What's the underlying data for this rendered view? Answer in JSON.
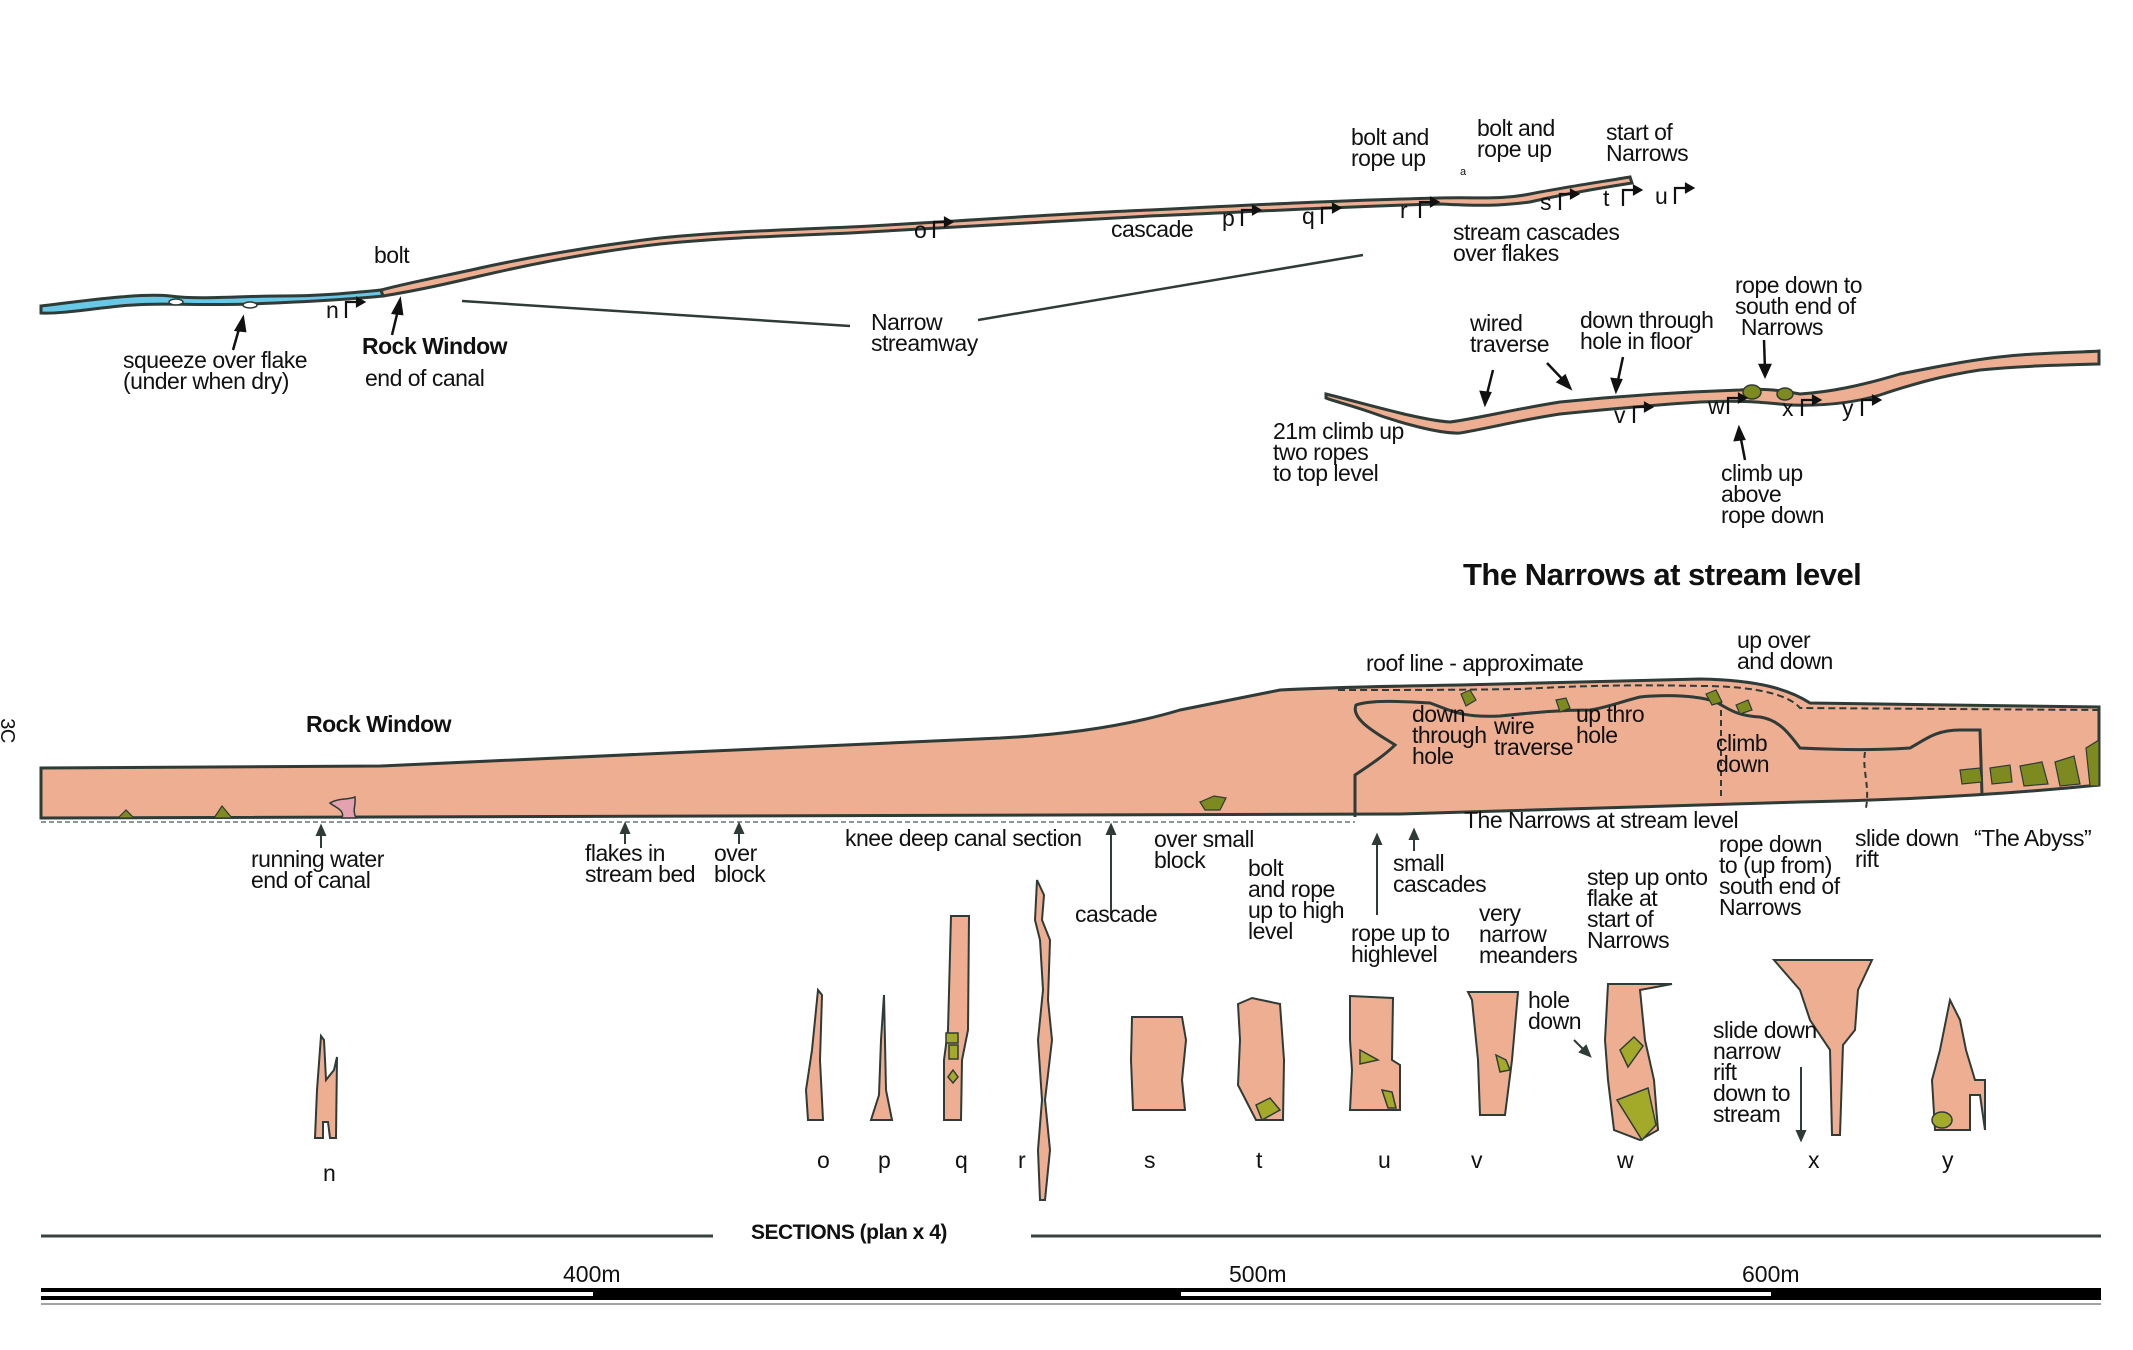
{
  "colors": {
    "passage_fill": "#eeae92",
    "water_fill": "#69c8e6",
    "boulder_fill": "#7c8a1f",
    "outline": "#2e3b36"
  },
  "plan_labels": {
    "bolt": "bolt",
    "squeeze": "squeeze over flake\n(under when dry)",
    "rock_window": "Rock Window",
    "end_of_canal": "end of canal",
    "narrow_streamway": "Narrow\nstreamway",
    "cascade": "cascade",
    "bolt_rope_up_1": "bolt and\nrope up",
    "bolt_rope_up_2": "bolt and\nrope up",
    "start_of_narrows": "start of\nNarrows",
    "stream_cascades": "stream cascades\nover flakes",
    "wired_traverse": "wired\ntraverse",
    "down_through_hole": "down through\nhole in floor",
    "rope_down_south": "rope down to\nsouth end of\n Narrows",
    "climb_21m": "21m climb up\ntwo ropes\nto top level",
    "climb_up_above": "climb up\nabove\nrope down",
    "small_mark": "a"
  },
  "section_markers": [
    "n",
    "o",
    "p",
    "q",
    "r",
    "s",
    "t",
    "u",
    "v",
    "w",
    "x",
    "y"
  ],
  "narrows_title": "The Narrows at stream level",
  "elevation_labels": {
    "rock_window": "Rock Window",
    "roof_line": "roof line - approximate",
    "up_over": "up over\nand down",
    "down_through_hole": "down\nthrough\nhole",
    "wire_traverse": "wire\ntraverse",
    "up_thro_hole": "up thro\nhole",
    "climb_down": "climb\ndown",
    "narrows_stream_level": "The Narrows at stream level",
    "running_water": "running water\nend of canal",
    "flakes": "flakes in\nstream bed",
    "over_block": "over\nblock",
    "knee_deep": "knee deep canal section",
    "cascade": "cascade",
    "over_small_block": "over small\nblock",
    "bolt_rope_high": "bolt\nand rope\nup to high\nlevel",
    "small_cascades": "small\ncascades",
    "rope_up_highlevel": "rope up to\nhighlevel",
    "very_narrow": "very\nnarrow\nmeanders",
    "step_up": "step up onto\nflake at\nstart of\nNarrows",
    "hole_down": "hole\ndown",
    "rope_down_up_from": "rope down\nto (up from)\nsouth end of\nNarrows",
    "slide_down_rift": "slide down\nrift",
    "the_abyss": "“The Abyss”",
    "slide_down_narrow": "slide down\nnarrow\nrift\ndown to\nstream",
    "edge_mark": "3C"
  },
  "sections_heading": "SECTIONS (plan x 4)",
  "scale_bar": {
    "labels": [
      "400m",
      "500m",
      "600m"
    ],
    "unit": "m"
  }
}
